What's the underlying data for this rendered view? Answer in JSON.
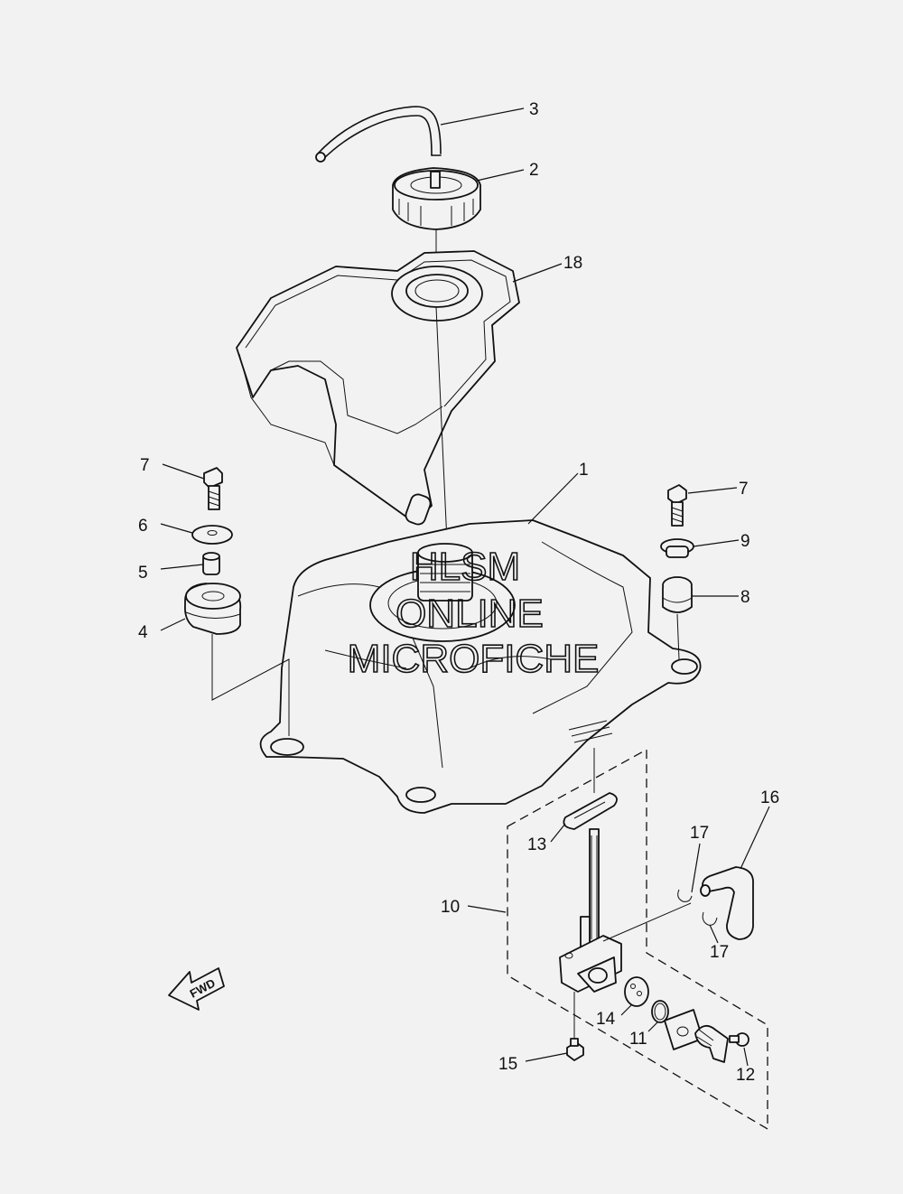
{
  "watermark": [
    "HLSM",
    "ONLINE",
    "MICROFICHE"
  ],
  "fwd_label": "FWD",
  "callouts": [
    {
      "id": "c3",
      "text": "3"
    },
    {
      "id": "c2",
      "text": "2"
    },
    {
      "id": "c18",
      "text": "18"
    },
    {
      "id": "c1",
      "text": "1"
    },
    {
      "id": "c7l",
      "text": "7"
    },
    {
      "id": "c6",
      "text": "6"
    },
    {
      "id": "c5",
      "text": "5"
    },
    {
      "id": "c4",
      "text": "4"
    },
    {
      "id": "c7r",
      "text": "7"
    },
    {
      "id": "c9",
      "text": "9"
    },
    {
      "id": "c8",
      "text": "8"
    },
    {
      "id": "c16",
      "text": "16"
    },
    {
      "id": "c17a",
      "text": "17"
    },
    {
      "id": "c17b",
      "text": "17"
    },
    {
      "id": "c13",
      "text": "13"
    },
    {
      "id": "c10",
      "text": "10"
    },
    {
      "id": "c14",
      "text": "14"
    },
    {
      "id": "c11",
      "text": "11"
    },
    {
      "id": "c12",
      "text": "12"
    },
    {
      "id": "c15",
      "text": "15"
    }
  ]
}
